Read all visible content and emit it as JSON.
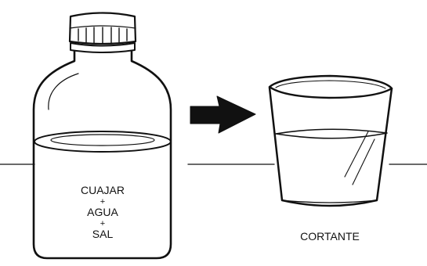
{
  "bottle": {
    "label_lines": [
      "CUAJAR",
      "+",
      "AGUA",
      "+",
      "SAL"
    ]
  },
  "glass": {
    "label": "CORTANTE"
  }
}
